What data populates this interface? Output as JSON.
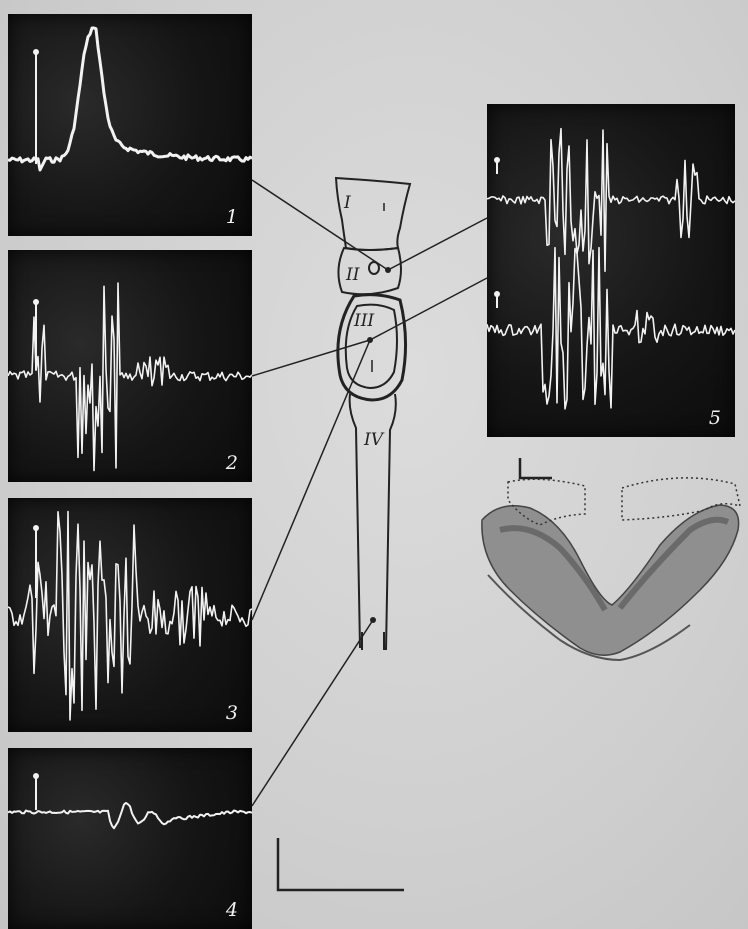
{
  "panels": [
    {
      "id": "p1",
      "label": "1"
    },
    {
      "id": "p2",
      "label": "2"
    },
    {
      "id": "p3",
      "label": "3"
    },
    {
      "id": "p4",
      "label": "4"
    },
    {
      "id": "p5",
      "label": "5"
    }
  ],
  "diagram": {
    "segment_labels": [
      "I",
      "II",
      "III",
      "IV"
    ]
  },
  "colors": {
    "panel_bg": "#151515",
    "trace": "#f2f2f2",
    "page_bg": "#d6d6d6",
    "ink": "#222222",
    "tissue": "#8a8a8a"
  }
}
